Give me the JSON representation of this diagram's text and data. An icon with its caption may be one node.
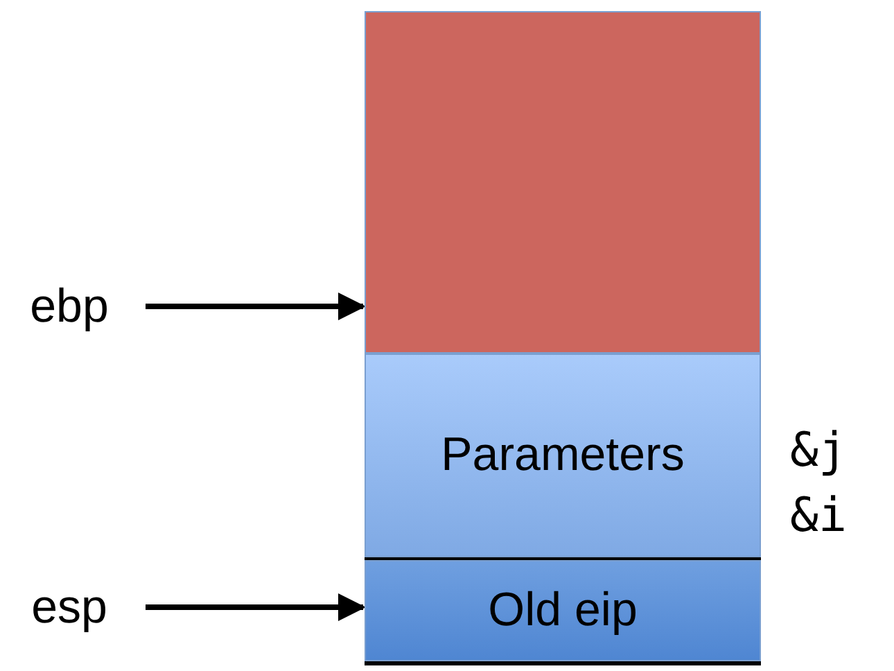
{
  "diagram": {
    "nodes": [
      {
        "text": [],
        "shape": "box"
      },
      {
        "text": [
          "Parameters"
        ]
      },
      {
        "text": [
          "Old eip"
        ]
      },
      {
        "text": [
          "ebp"
        ]
      },
      {
        "text": [
          "esp"
        ]
      }
    ],
    "edges": [
      {
        "from": 3,
        "to": 0,
        "arrow": "to"
      },
      {
        "from": 4,
        "to": 2,
        "arrow": "to"
      }
    ],
    "labels": [
      "&j",
      "&i"
    ]
  }
}
